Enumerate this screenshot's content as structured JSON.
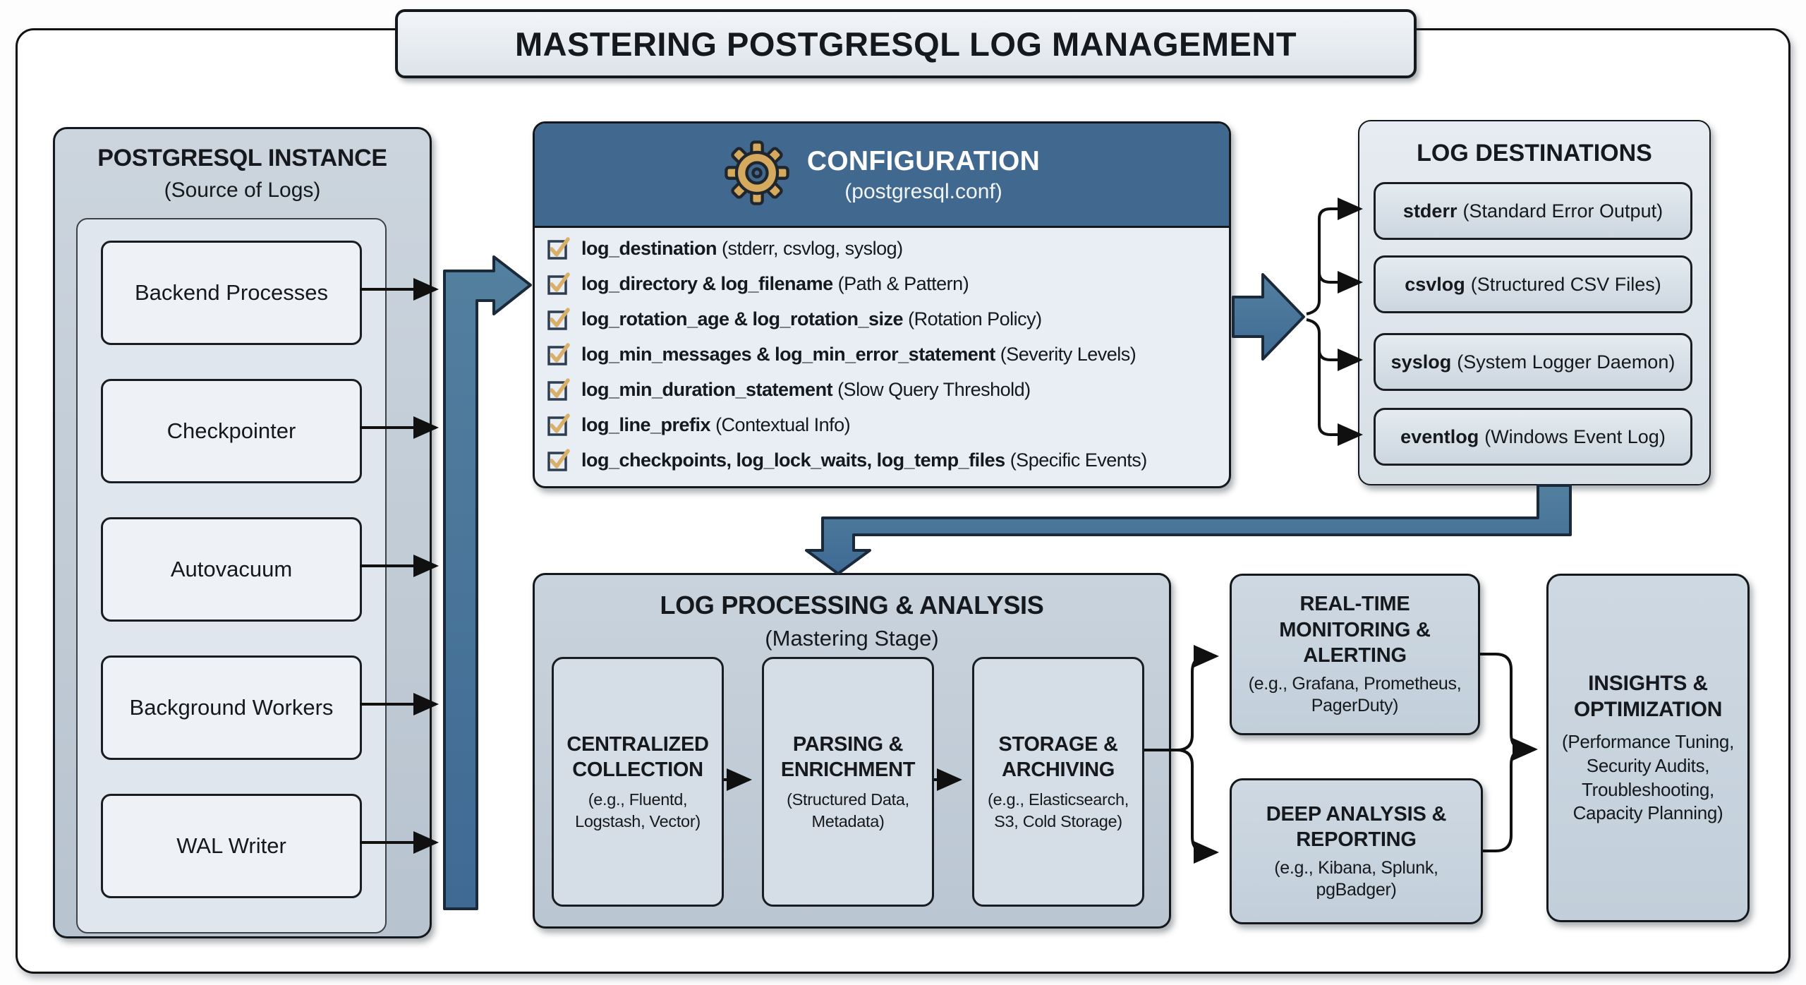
{
  "title": "MASTERING POSTGRESQL LOG MANAGEMENT",
  "colors": {
    "ink": "#15181C",
    "header_blue": "#41688F",
    "arrow_blue": "#46729C",
    "gear_gold": "#D5A95E",
    "check_gold": "#D9B06A"
  },
  "instance_panel": {
    "title": "POSTGRESQL INSTANCE",
    "subtitle": "(Source of Logs)",
    "sources": [
      "Backend Processes",
      "Checkpointer",
      "Autovacuum",
      "Background Workers",
      "WAL Writer"
    ]
  },
  "configuration_panel": {
    "title": "CONFIGURATION",
    "subtitle": "(postgresql.conf)",
    "items": [
      {
        "param": "log_destination",
        "desc": "(stderr, csvlog, syslog)"
      },
      {
        "param": "log_directory & log_filename",
        "desc": "(Path & Pattern)"
      },
      {
        "param": "log_rotation_age & log_rotation_size",
        "desc": "(Rotation Policy)"
      },
      {
        "param": "log_min_messages & log_min_error_statement",
        "desc": "(Severity Levels)"
      },
      {
        "param": "log_min_duration_statement",
        "desc": "(Slow Query Threshold)"
      },
      {
        "param": "log_line_prefix",
        "desc": "(Contextual Info)"
      },
      {
        "param": "log_checkpoints, log_lock_waits, log_temp_files",
        "desc": "(Specific Events)"
      }
    ]
  },
  "destinations_panel": {
    "title": "LOG DESTINATIONS",
    "items": [
      {
        "name": "stderr",
        "desc": "(Standard Error Output)"
      },
      {
        "name": "csvlog",
        "desc": "(Structured CSV Files)"
      },
      {
        "name": "syslog",
        "desc": "(System Logger Daemon)"
      },
      {
        "name": "eventlog",
        "desc": "(Windows Event Log)"
      }
    ]
  },
  "processing_panel": {
    "title": "LOG PROCESSING & ANALYSIS",
    "subtitle": "(Mastering Stage)",
    "stages": [
      {
        "title": "CENTRALIZED COLLECTION",
        "desc": "(e.g., Fluentd, Logstash, Vector)"
      },
      {
        "title": "PARSING & ENRICHMENT",
        "desc": "(Structured Data, Metadata)"
      },
      {
        "title": "STORAGE & ARCHIVING",
        "desc": "(e.g., Elasticsearch, S3, Cold Storage)"
      }
    ]
  },
  "monitoring_box": {
    "title": "REAL-TIME MONITORING & ALERTING",
    "desc": "(e.g., Grafana, Prometheus, PagerDuty)"
  },
  "reporting_box": {
    "title": "DEEP ANALYSIS & REPORTING",
    "desc": "(e.g., Kibana, Splunk, pgBadger)"
  },
  "insights_box": {
    "title": "INSIGHTS & OPTIMIZATION",
    "desc": "(Performance Tuning, Security Audits, Troubleshooting, Capacity Planning)"
  }
}
